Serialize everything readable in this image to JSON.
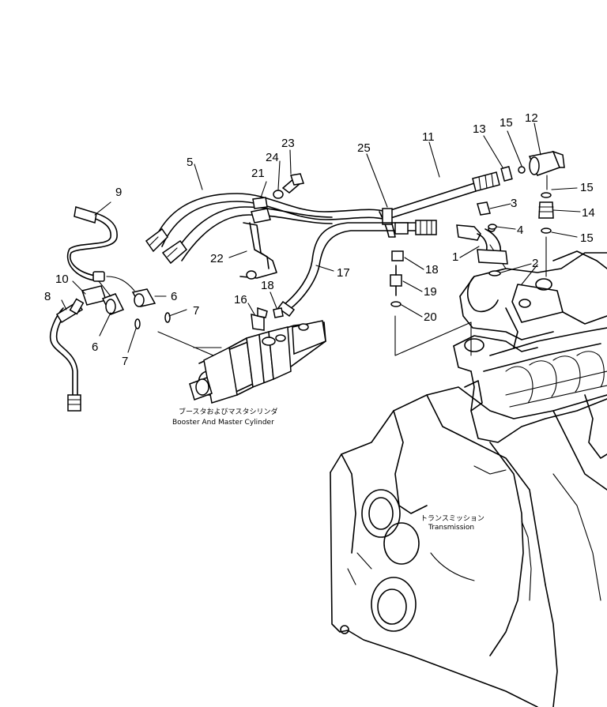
{
  "callouts": {
    "c1": "1",
    "c2": "2",
    "c3": "3",
    "c4": "4",
    "c5": "5",
    "c6a": "6",
    "c6b": "6",
    "c7a": "7",
    "c7b": "7",
    "c8": "8",
    "c9": "9",
    "c10": "10",
    "c11": "11",
    "c12": "12",
    "c13": "13",
    "c14": "14",
    "c15a": "15",
    "c15b": "15",
    "c15c": "15",
    "c16": "16",
    "c17": "17",
    "c18a": "18",
    "c18b": "18",
    "c19": "19",
    "c20": "20",
    "c21": "21",
    "c22": "22",
    "c23": "23",
    "c24": "24",
    "c25": "25"
  },
  "captions": {
    "booster_jp": "ブースタおよびマスタシリンダ",
    "booster_en": "Booster And Master Cylinder",
    "transmission_jp": "トランスミッション",
    "transmission_en": "Transmission"
  }
}
